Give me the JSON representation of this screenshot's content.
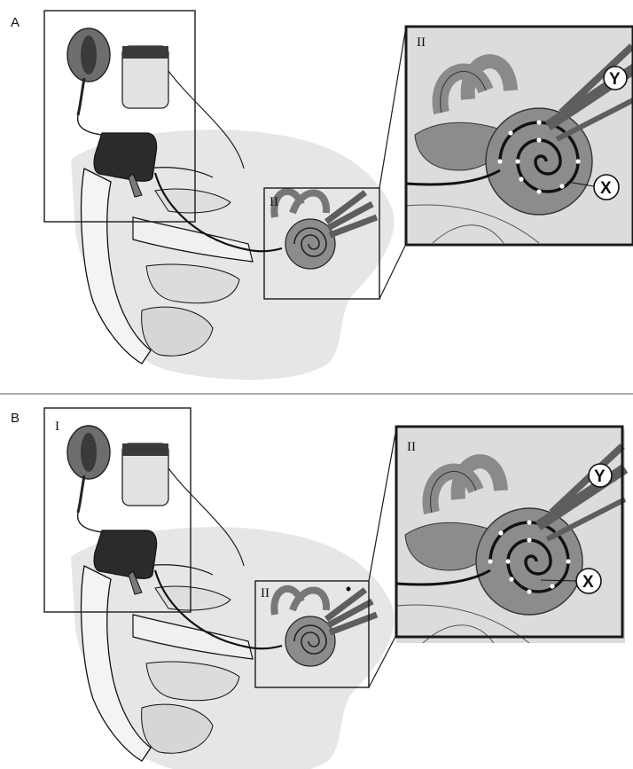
{
  "panels": [
    {
      "label": "A",
      "box_label": "",
      "zoom_label": "II",
      "inset_label": "II",
      "callouts": [
        "Y",
        "X"
      ]
    },
    {
      "label": "B",
      "box_label": "I",
      "zoom_label": "II",
      "inset_label": "II",
      "callouts": [
        "Y",
        "X"
      ]
    }
  ],
  "colors": {
    "background": "#ffffff",
    "skin": "#e6e6e6",
    "device_dark": "#2b2b2b",
    "device_mid": "#7a7a7a",
    "cochlea": "#8c8c8c",
    "nerve": "#5e5e5e",
    "frame": "#1a1a1a",
    "divider": "#555555"
  },
  "icons": [
    "microphone-icon",
    "external-processor-icon",
    "behind-ear-unit-icon",
    "ear-diagram",
    "cochlea-inset"
  ]
}
